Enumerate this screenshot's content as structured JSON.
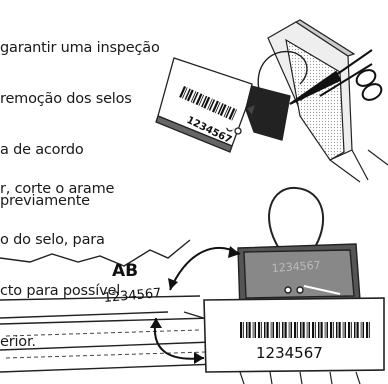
{
  "paragraphs": [
    {
      "lines": [
        "garantir uma inspeção",
        "remoção dos selos",
        "a de acordo",
        "previamente"
      ]
    },
    {
      "lines": [
        "r, corte o arame",
        "o do selo, para",
        "cto para possível",
        "erior."
      ]
    }
  ],
  "seal_top": {
    "serial": "1234567"
  },
  "seal_bottom": {
    "serial": "1234567",
    "embossed": "1234567"
  },
  "form": {
    "code": "AB",
    "serial": "1234567"
  }
}
